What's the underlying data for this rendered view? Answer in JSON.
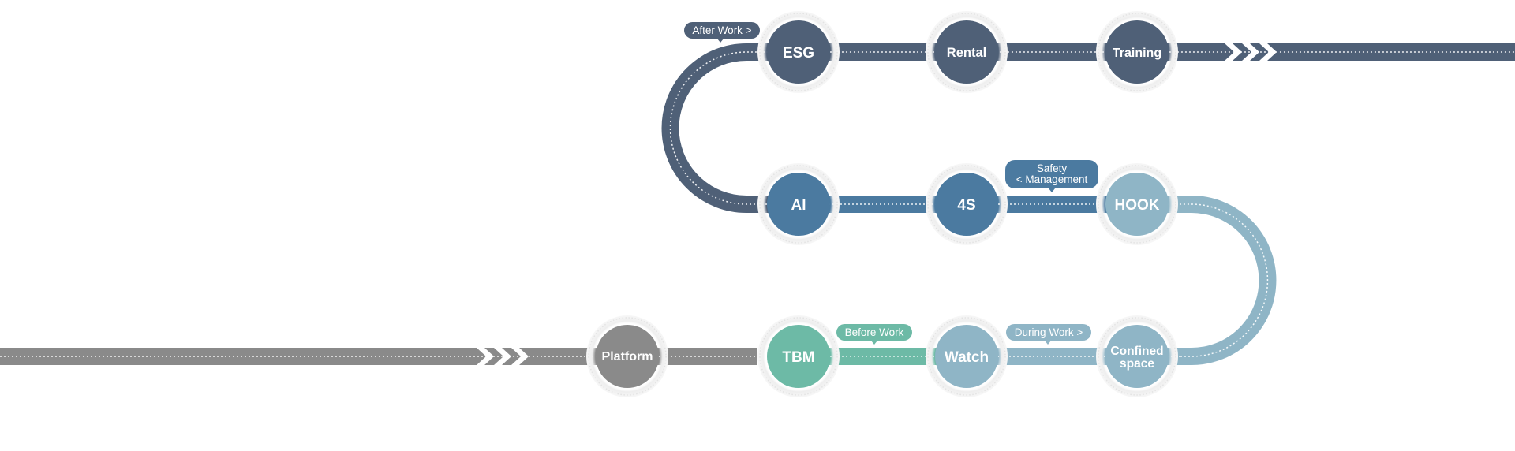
{
  "colors": {
    "gray": "#8a8a8a",
    "dark": "#4f6077",
    "steel": "#4b7aa0",
    "light": "#8fb5c6",
    "teal": "#6dbaa6",
    "halo": "#e6e6e6"
  },
  "nodes": {
    "platform": {
      "label": "Platform"
    },
    "tbm": {
      "label": "TBM"
    },
    "watch": {
      "label": "Watch"
    },
    "confined": {
      "label_line1": "Confined",
      "label_line2": "space"
    },
    "ai": {
      "label": "AI"
    },
    "foursafety": {
      "label": "4S"
    },
    "hook": {
      "label": "HOOK"
    },
    "esg": {
      "label": "ESG"
    },
    "rental": {
      "label": "Rental"
    },
    "training": {
      "label": "Training"
    }
  },
  "tags": {
    "after_work": "After Work >",
    "safety_line1": "Safety",
    "safety_line2": "< Management",
    "before_work": "Before Work",
    "during_work": "During Work >"
  }
}
